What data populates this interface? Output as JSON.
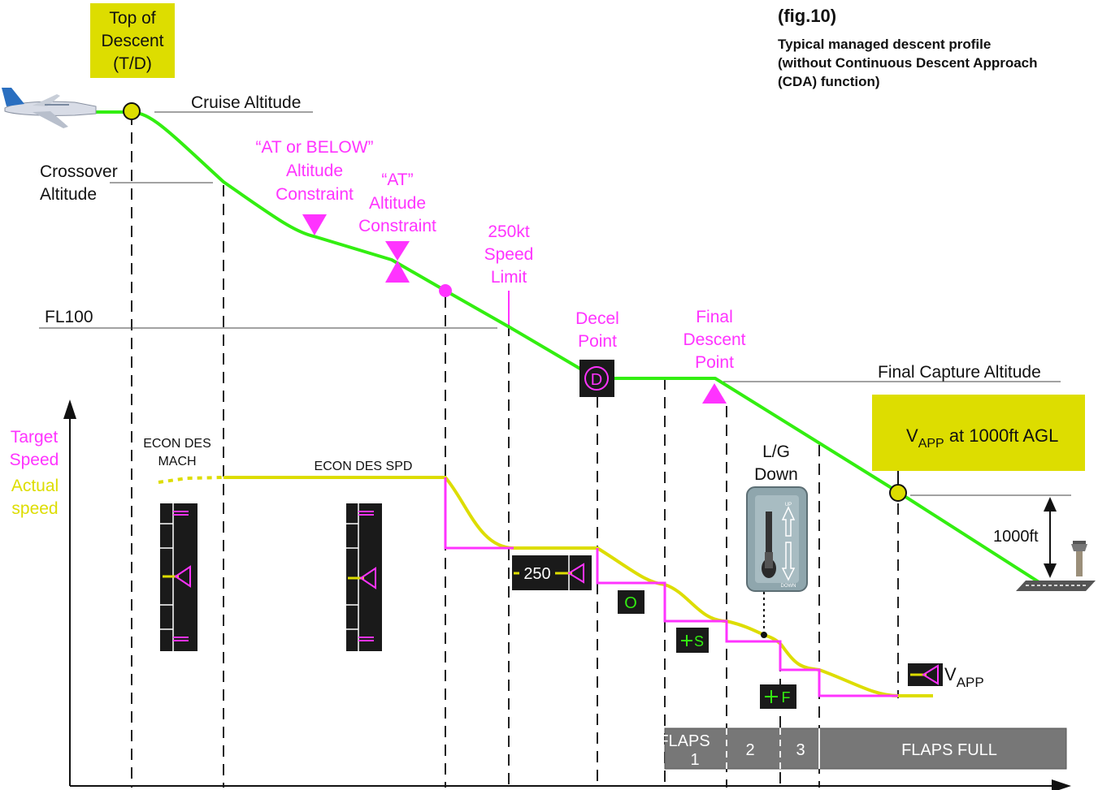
{
  "figure": {
    "fig_label": "(fig.10)",
    "caption": [
      "Typical managed descent profile",
      "(without Continuous Descent Approach",
      "(CDA) function)"
    ]
  },
  "labels": {
    "tod": [
      "Top of",
      "Descent",
      "(T/D)"
    ],
    "cruise_altitude": "Cruise Altitude",
    "crossover": [
      "Crossover",
      "Altitude"
    ],
    "fl100": "FL100",
    "at_or_below": [
      "“AT or BELOW”",
      "Altitude",
      "Constraint"
    ],
    "at": [
      "“AT”",
      "Altitude",
      "Constraint"
    ],
    "speed_limit": [
      "250kt",
      "Speed",
      "Limit"
    ],
    "decel": [
      "Decel",
      "Point"
    ],
    "decel_symbol": "D",
    "fdp": [
      "Final",
      "Descent",
      "Point"
    ],
    "final_capture": "Final Capture Altitude",
    "vapp_box": {
      "v": "V",
      "sub": "APP",
      "rest": " at 1000ft AGL"
    },
    "lg_down": [
      "L/G",
      "Down"
    ],
    "lg_up": "UP",
    "lg_down_small": "DOWN",
    "one_thousand": "1000ft",
    "target_speed": [
      "Target",
      "Speed"
    ],
    "actual_speed": [
      "Actual",
      "speed"
    ],
    "econ_mach": [
      "ECON DES",
      "MACH"
    ],
    "econ_spd": "ECON DES SPD",
    "spd_250": "250",
    "green_dot": "O",
    "s_speed": "S",
    "f_speed": "F",
    "vapp": {
      "v": "V",
      "sub": "APP"
    }
  },
  "flaps": [
    {
      "label": "FLAPS",
      "label2": "1"
    },
    {
      "label": "2"
    },
    {
      "label": "3"
    },
    {
      "label": "FLAPS FULL"
    }
  ],
  "colors": {
    "profile": "#33ee11",
    "speed": "#dddd00",
    "target": "#ff33ff",
    "tod_box": "#dddd00",
    "flaps_bar": "#777777"
  }
}
